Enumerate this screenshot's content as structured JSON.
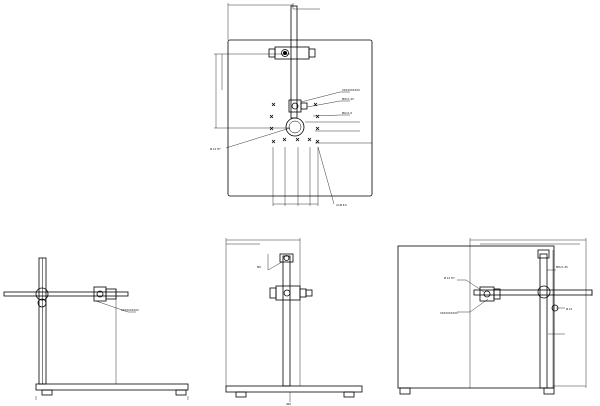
{
  "drawing": {
    "type": "technical-drawing",
    "views": [
      "top-view",
      "left-view",
      "front-view",
      "right-view"
    ],
    "line_color": "#000000",
    "background": "#ffffff",
    "text": {
      "top_right_1": "XXXXXXXXXX",
      "top_right_2": "M8×1.25",
      "top_right_3": "M6×1.0",
      "top_left_1": "Ø 12 H7",
      "top_bottom_1": "4×Ø 6.5",
      "left_view_1": "XXXXXXXXXX",
      "front_view_1": "M6",
      "right_view_1": "Ø 12 H7",
      "right_view_2": "XXXXXXXXXX",
      "right_view_3": "M8×1.25",
      "right_view_4": "Ø 12",
      "dim_bottom": "400"
    }
  }
}
